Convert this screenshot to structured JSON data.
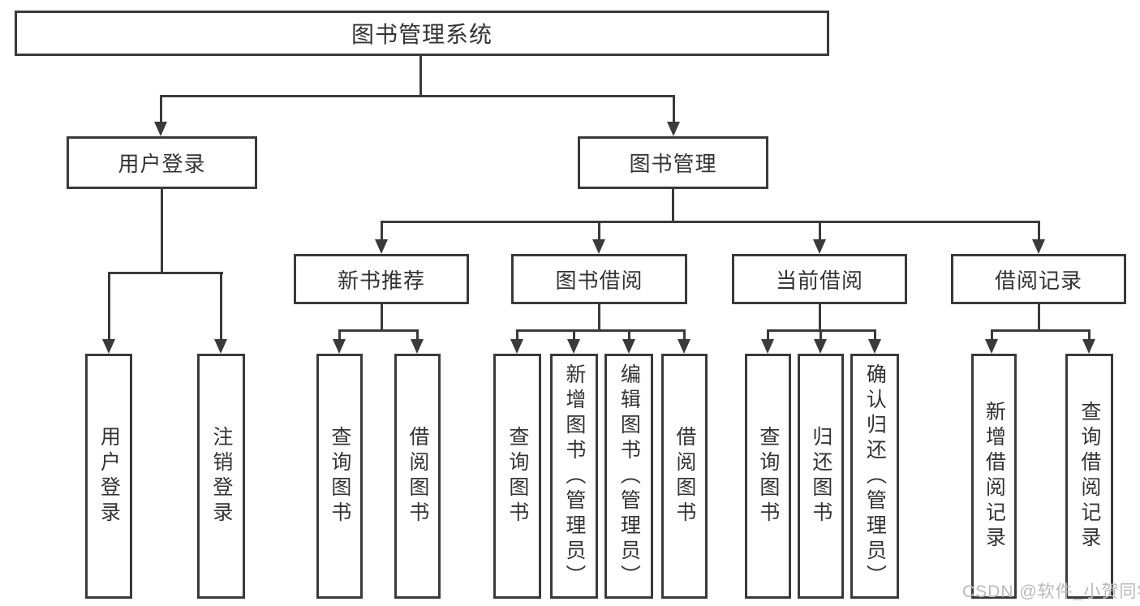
{
  "diagram": {
    "title": "图书管理系统",
    "nodes": {
      "root": "图书管理系统",
      "user_login": "用户登录",
      "book_mgmt": "图书管理",
      "leaf_user_login": "用户登录",
      "leaf_logout": "注销登录",
      "new_book_rec": "新书推荐",
      "book_borrow": "图书借阅",
      "current_borrow": "当前借阅",
      "borrow_record": "借阅记录",
      "nb_query_book": "查询图书",
      "nb_borrow_book": "借阅图书",
      "bb_query_book": "查询图书",
      "bb_add_book_admin": "新增图书（管理员）",
      "bb_edit_book_admin": "编辑图书（管理员）",
      "bb_borrow_book": "借阅图书",
      "cb_query_book": "查询图书",
      "cb_return_book": "归还图书",
      "cb_confirm_return_admin": "确认归还（管理员）",
      "br_add_record": "新增借阅记录",
      "br_query_record": "查询借阅记录"
    },
    "watermark": "CSDN @软件_小贺同学",
    "colors": {
      "line": "#3a3a3a",
      "text": "#333333",
      "background": "#ffffff",
      "watermark": "#b9b9b9"
    }
  }
}
